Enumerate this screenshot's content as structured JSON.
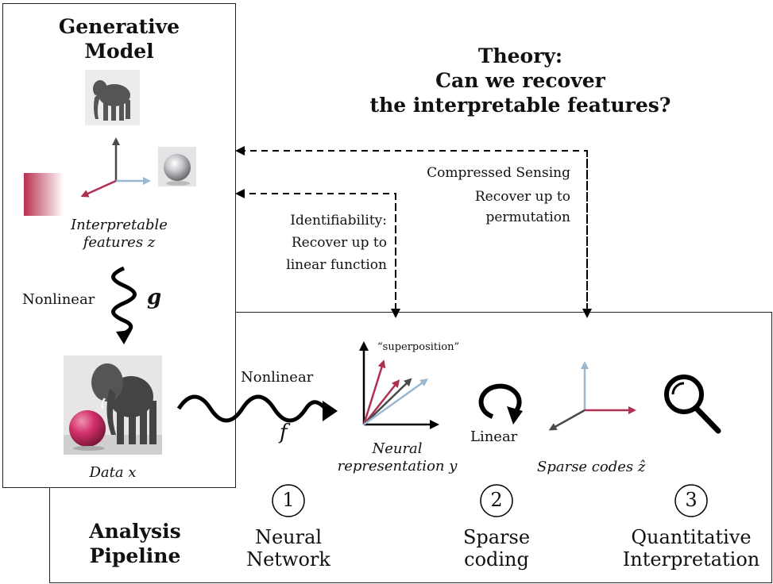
{
  "generative_model": {
    "title_line1": "Generative",
    "title_line2": "Model",
    "features_label_line1": "Interpretable",
    "features_label_line2": "features z",
    "g_side_label": "Nonlinear",
    "g_symbol": "g",
    "data_label": "Data x"
  },
  "theory": {
    "line1": "Theory:",
    "line2": "Can we recover",
    "line3": "the interpretable features?",
    "compressed_line1": "Compressed Sensing",
    "compressed_line2": "Recover up to",
    "compressed_line3": "permutation",
    "ident_line1": "Identifiability:",
    "ident_line2": "Recover up to",
    "ident_line3": "linear function"
  },
  "pipeline": {
    "f_label": "Nonlinear",
    "f_symbol": "f",
    "superposition_label": "“superposition”",
    "neural_rep_line1": "Neural",
    "neural_rep_line2": "representation y",
    "linear_label": "Linear",
    "sparse_codes_label": "Sparse codes ẑ",
    "analysis_line1": "Analysis",
    "analysis_line2": "Pipeline",
    "stages": [
      {
        "num": "1",
        "line1": "Neural",
        "line2": "Network"
      },
      {
        "num": "2",
        "line1": "Sparse",
        "line2": "coding"
      },
      {
        "num": "3",
        "line1": "Quantitative",
        "line2": "Interpretation"
      }
    ]
  },
  "colors": {
    "red": "#b03050",
    "blue": "#9ab8d0",
    "gray": "#4a4a4a"
  },
  "icons": [
    "elephant-image",
    "sphere-image",
    "gradient-swatch",
    "circular-arrow-icon",
    "magnifier-icon",
    "wavy-arrow-icon"
  ]
}
